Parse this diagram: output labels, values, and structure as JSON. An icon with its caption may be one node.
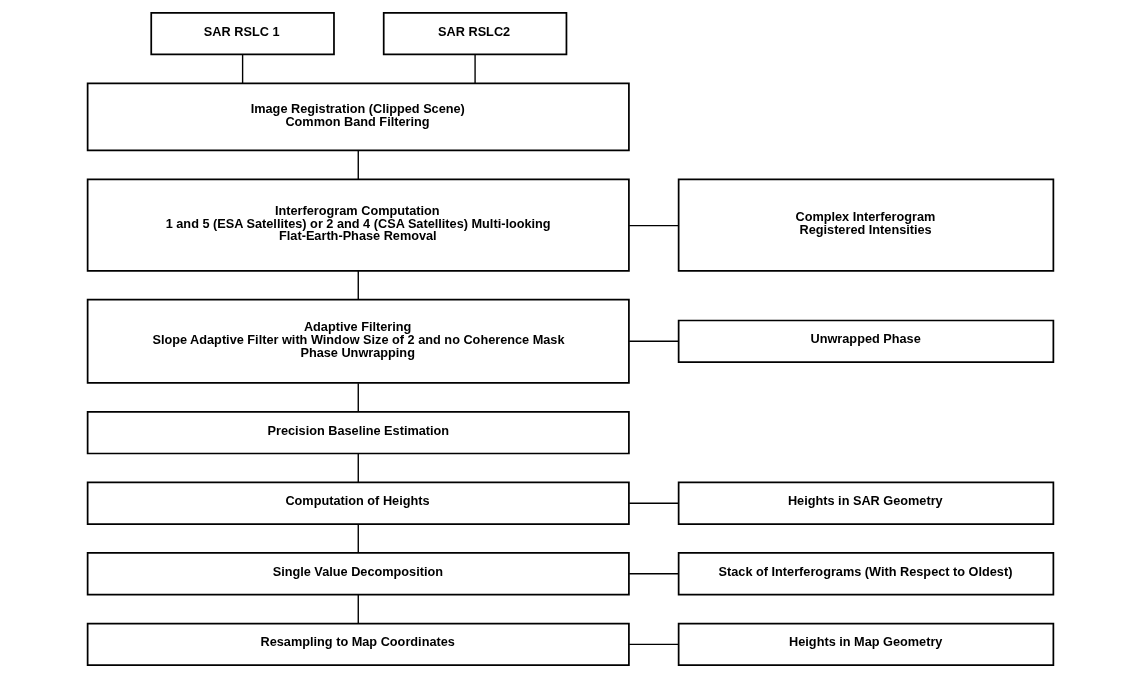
{
  "diagram": {
    "nodes": [
      {
        "text": [
          "SAR RSLC 1"
        ]
      },
      {
        "text": [
          "SAR RSLC2"
        ]
      },
      {
        "text": [
          "Image Registration (Clipped Scene)",
          "Common Band Filtering"
        ]
      },
      {
        "text": [
          "Interferogram Computation",
          "1 and 5 (ESA Satellites) or 2 and 4 (CSA Satellites) Multi-looking",
          "Flat-Earth-Phase Removal"
        ]
      },
      {
        "text": [
          "Complex Interferogram",
          "Registered Intensities"
        ]
      },
      {
        "text": [
          "Adaptive Filtering",
          "Slope Adaptive Filter with Window Size of 2 and no Coherence Mask",
          "Phase Unwrapping"
        ]
      },
      {
        "text": [
          "Unwrapped Phase"
        ]
      },
      {
        "text": [
          "Precision Baseline Estimation"
        ]
      },
      {
        "text": [
          "Computation of Heights"
        ]
      },
      {
        "text": [
          "Heights in SAR Geometry"
        ]
      },
      {
        "text": [
          "Single Value Decomposition"
        ]
      },
      {
        "text": [
          "Stack of Interferograms (With Respect to Oldest)"
        ]
      },
      {
        "text": [
          "Resampling to Map Coordinates"
        ]
      },
      {
        "text": [
          "Heights in Map Geometry"
        ]
      }
    ],
    "edges": [
      {
        "from": 0,
        "to": 2,
        "arrow": "none"
      },
      {
        "from": 1,
        "to": 2,
        "arrow": "none"
      },
      {
        "from": 2,
        "to": 3,
        "arrow": "none"
      },
      {
        "from": 3,
        "to": 4,
        "arrow": "none"
      },
      {
        "from": 3,
        "to": 5,
        "arrow": "none"
      },
      {
        "from": 5,
        "to": 6,
        "arrow": "none"
      },
      {
        "from": 5,
        "to": 7,
        "arrow": "none"
      },
      {
        "from": 7,
        "to": 8,
        "arrow": "none"
      },
      {
        "from": 8,
        "to": 9,
        "arrow": "none"
      },
      {
        "from": 8,
        "to": 10,
        "arrow": "none"
      },
      {
        "from": 10,
        "to": 11,
        "arrow": "none"
      },
      {
        "from": 10,
        "to": 12,
        "arrow": "none"
      },
      {
        "from": 12,
        "to": 13,
        "arrow": "none"
      }
    ]
  }
}
